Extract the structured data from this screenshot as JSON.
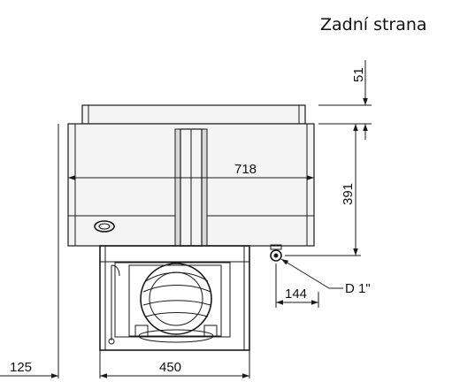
{
  "title": "Zadní strana",
  "dimensions": {
    "d51": "51",
    "d718": "718",
    "d391": "391",
    "d144": "144",
    "d125": "125",
    "d450": "450"
  },
  "connection_label": "D 1\""
}
